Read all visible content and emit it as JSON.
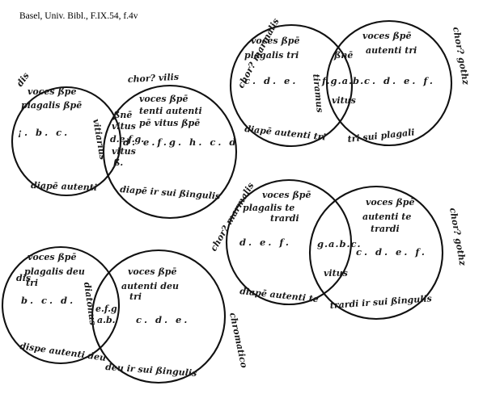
{
  "caption": "Basel, Univ. Bibl., F.IX.54, f.4v",
  "diagrams": [
    {
      "top_label": "chor? vilis",
      "left_circle": {
        "line1": "voces ßpē",
        "line2": "plagalis ßpē",
        "notes": "¡. b. c.",
        "bottom": "diapē autenti",
        "outer": "dis"
      },
      "right_circle": {
        "line1": "voces ßpē",
        "line2": "tenti autenti",
        "line3": "pē vitus ßpē",
        "notes": "d. e.f.g. h. c. d",
        "bottom": "diapē ir sui ßingulis"
      },
      "overlap": [
        "ßnē",
        "vitus",
        "d.e.f.g.",
        "vitus",
        "ß."
      ],
      "side": "vitiarius"
    },
    {
      "top_left_label": "chor? marmalis",
      "left_circle": {
        "line1": "voces ßpē",
        "line2": "plagalis tri",
        "notes": "c. d. e.",
        "bottom": "diapē autenti tri"
      },
      "right_circle": {
        "line1": "voces ßpē",
        "line2": "autenti tri",
        "notes": "c. d. e. f.",
        "bottom": "tri sui plagali"
      },
      "overlap": [
        "ßnē",
        "f.g.a.b.",
        "vitus"
      ],
      "left_side": "tiramus",
      "right_side": "chor? gothz"
    },
    {
      "top_left_label": "chor? marmalis",
      "left_circle": {
        "line1": "voces ßpē",
        "line2": "plagalis te",
        "line3": "trardi",
        "notes": "d. e. f.",
        "bottom": "diapē autenti te"
      },
      "right_circle": {
        "line1": "voces ßpē",
        "line2": "autenti te",
        "line3": "trardi",
        "notes": "c. d. e. f.",
        "bottom": "trardi ir sui ßingulis"
      },
      "overlap": [
        "g.a.b.c.",
        "vitus"
      ],
      "right_side": "chor? gothz"
    },
    {
      "left_circle": {
        "line1": "voces ßpē",
        "line2": "plagalis deu",
        "line3": "tri",
        "notes": "b. c. d.",
        "bottom": "dispe autenti deu",
        "outer": "dis"
      },
      "right_circle": {
        "line1": "voces ßpē",
        "line2": "autenti deu",
        "line3": "tri",
        "notes": "c. d. e.",
        "bottom": "deu ir sui ßingulis"
      },
      "overlap": [
        "e.f.g.",
        "a.b."
      ],
      "left_side": "diatonus",
      "right_side": "chromatico"
    }
  ]
}
